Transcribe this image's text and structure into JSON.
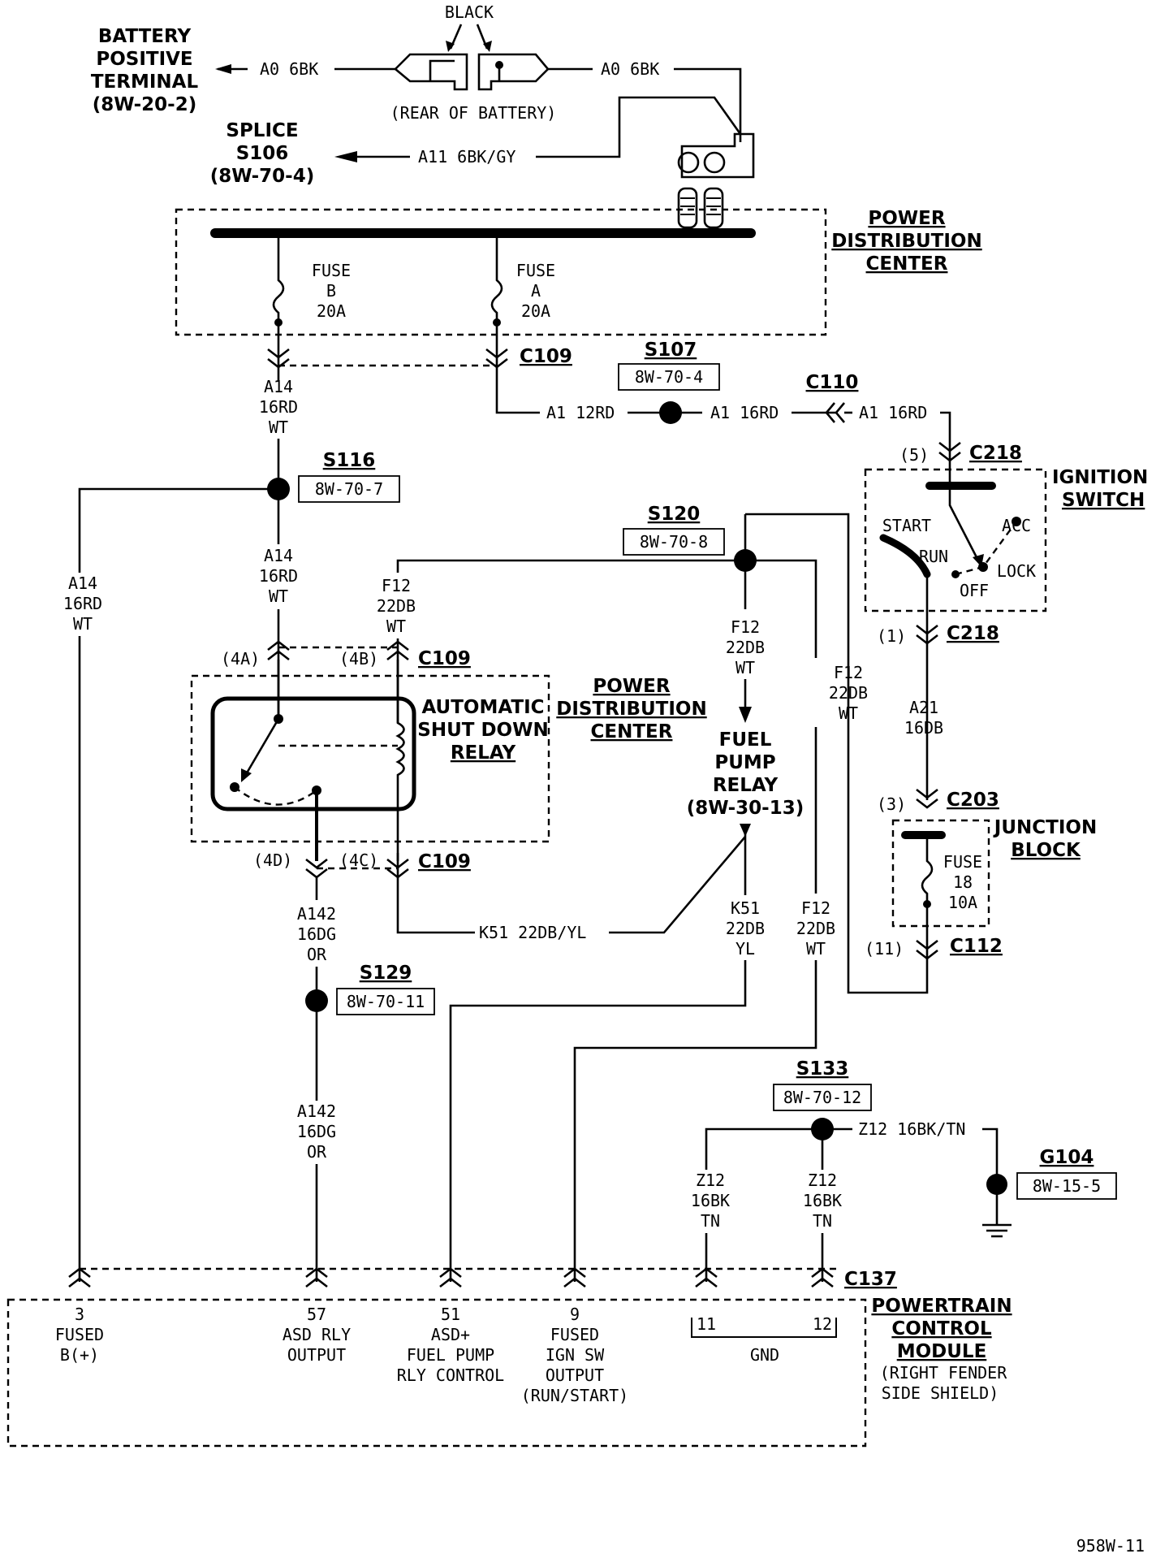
{
  "battery": {
    "line1": "BATTERY",
    "line2": "POSITIVE",
    "line3": "TERMINAL",
    "line4": "(8W-20-2)",
    "black": "BLACK",
    "rear": "(REAR OF BATTERY)",
    "wire_left": "A0 6BK",
    "wire_right": "A0 6BK"
  },
  "splice_s106": {
    "line1": "SPLICE",
    "line2": "S106",
    "line3": "(8W-70-4)",
    "wire": "A11 6BK/GY"
  },
  "pdc_top": {
    "title1": "POWER",
    "title2": "DISTRIBUTION",
    "title3": "CENTER",
    "fuse_b": [
      "FUSE",
      "B",
      "20A"
    ],
    "fuse_a": [
      "FUSE",
      "A",
      "20A"
    ]
  },
  "c109_top": "C109",
  "s107": {
    "name": "S107",
    "ref": "8W-70-4"
  },
  "c110": "C110",
  "wire_a1_12rd": "A1 12RD",
  "wire_a1_16rd_a": "A1 16RD",
  "wire_a1_16rd_b": "A1 16RD",
  "wire_a14_top": [
    "A14",
    "16RD",
    "WT"
  ],
  "s116": {
    "name": "S116",
    "ref": "8W-70-7"
  },
  "wire_a14_left": [
    "A14",
    "16RD",
    "WT"
  ],
  "wire_a14_mid": [
    "A14",
    "16RD",
    "WT"
  ],
  "s120": {
    "name": "S120",
    "ref": "8W-70-8"
  },
  "wire_f12_left": [
    "F12",
    "22DB",
    "WT"
  ],
  "wire_f12_mid": [
    "F12",
    "22DB",
    "WT"
  ],
  "wire_f12_right": [
    "F12",
    "22DB",
    "WT"
  ],
  "wire_f12_lower": [
    "F12",
    "22DB",
    "WT"
  ],
  "ignition": {
    "pin_top": "(5)",
    "conn_top": "C218",
    "title1": "IGNITION",
    "title2": "SWITCH",
    "start": "START",
    "run": "RUN",
    "acc": "ACC",
    "lock": "LOCK",
    "off": "OFF",
    "pin_bottom": "(1)",
    "conn_bottom": "C218"
  },
  "wire_a21": [
    "A21",
    "16DB"
  ],
  "junction": {
    "pin_top": "(3)",
    "conn_top": "C203",
    "title1": "JUNCTION",
    "title2": "BLOCK",
    "fuse": [
      "FUSE",
      "18",
      "10A"
    ],
    "pin_bottom": "(11)",
    "conn_bottom": "C112"
  },
  "asd": {
    "pin_4a": "(4A)",
    "pin_4b": "(4B)",
    "conn_top": "C109",
    "title1": "AUTOMATIC",
    "title2": "SHUT DOWN",
    "title3": "RELAY",
    "pdc1": "POWER",
    "pdc2": "DISTRIBUTION",
    "pdc3": "CENTER",
    "pin_4d": "(4D)",
    "pin_4c": "(4C)",
    "conn_bottom": "C109"
  },
  "fuel_pump_relay": [
    "FUEL",
    "PUMP",
    "RELAY",
    "(8W-30-13)"
  ],
  "wire_k51_h": "K51 22DB/YL",
  "wire_k51_v": [
    "K51",
    "22DB",
    "YL"
  ],
  "wire_a142_top": [
    "A142",
    "16DG",
    "OR"
  ],
  "s129": {
    "name": "S129",
    "ref": "8W-70-11"
  },
  "wire_a142_bot": [
    "A142",
    "16DG",
    "OR"
  ],
  "s133": {
    "name": "S133",
    "ref": "8W-70-12"
  },
  "wire_z12_h": "Z12 16BK/TN",
  "wire_z12_left": [
    "Z12",
    "16BK",
    "TN"
  ],
  "wire_z12_right": [
    "Z12",
    "16BK",
    "TN"
  ],
  "g104": {
    "name": "G104",
    "ref": "8W-15-5"
  },
  "c137": "C137",
  "pcm": {
    "title1": "POWERTRAIN",
    "title2": "CONTROL",
    "title3": "MODULE",
    "sub1": "(RIGHT FENDER",
    "sub2": "SIDE SHIELD)",
    "pin3": [
      "3",
      "FUSED",
      "B(+)"
    ],
    "pin57": [
      "57",
      "ASD RLY",
      "OUTPUT"
    ],
    "pin51": [
      "51",
      "ASD+",
      "FUEL PUMP",
      "RLY CONTROL"
    ],
    "pin9": [
      "9",
      "FUSED",
      "IGN SW",
      "OUTPUT",
      "(RUN/START)"
    ],
    "pin11": "11",
    "pin12": "12",
    "gnd": "GND"
  },
  "figure_id": "958W-11"
}
